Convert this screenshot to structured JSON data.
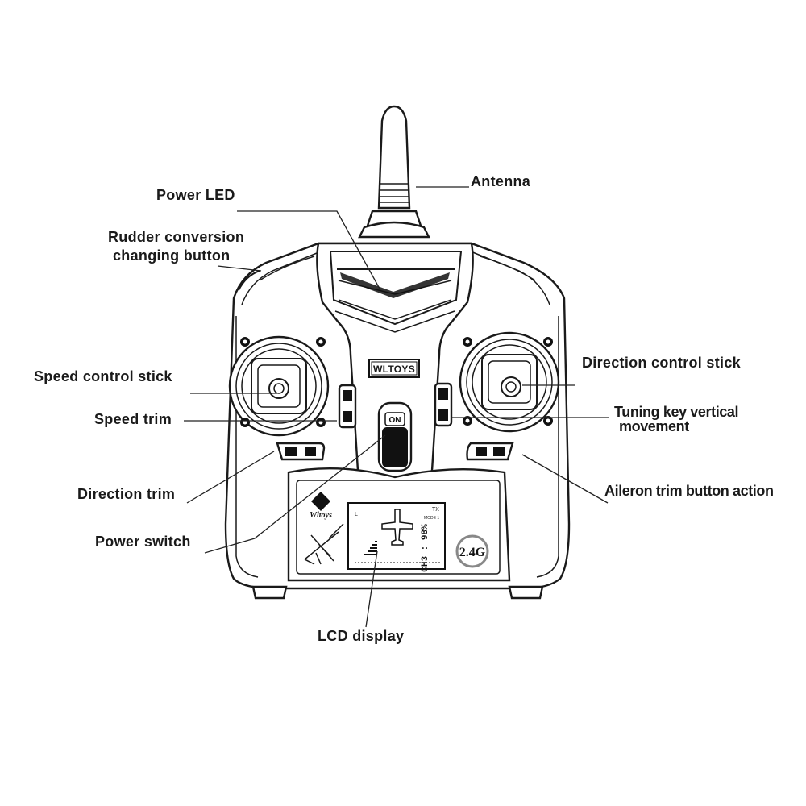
{
  "labels": {
    "antenna": "Antenna",
    "power_led": "Power LED",
    "rudder_line1": "Rudder conversion",
    "rudder_line2": "changing button",
    "speed_stick": "Speed control stick",
    "speed_trim": "Speed trim",
    "direction_trim": "Direction trim",
    "power_switch": "Power switch",
    "lcd_display": "LCD display",
    "direction_stick": "Direction control stick",
    "tuning_line1": "Tuning key vertical",
    "tuning_line2": "movement",
    "aileron_trim": "Aileron trim button action"
  },
  "device": {
    "brand_badge": "WLTOYS",
    "power_button": "ON",
    "freq_badge": "2.4G",
    "logo_text": "Wltoys",
    "lcd": {
      "tx_label": "TX",
      "mode_label": "MODE 1",
      "channel_readout": "CH3 : 98%",
      "side_letter": "L"
    }
  }
}
